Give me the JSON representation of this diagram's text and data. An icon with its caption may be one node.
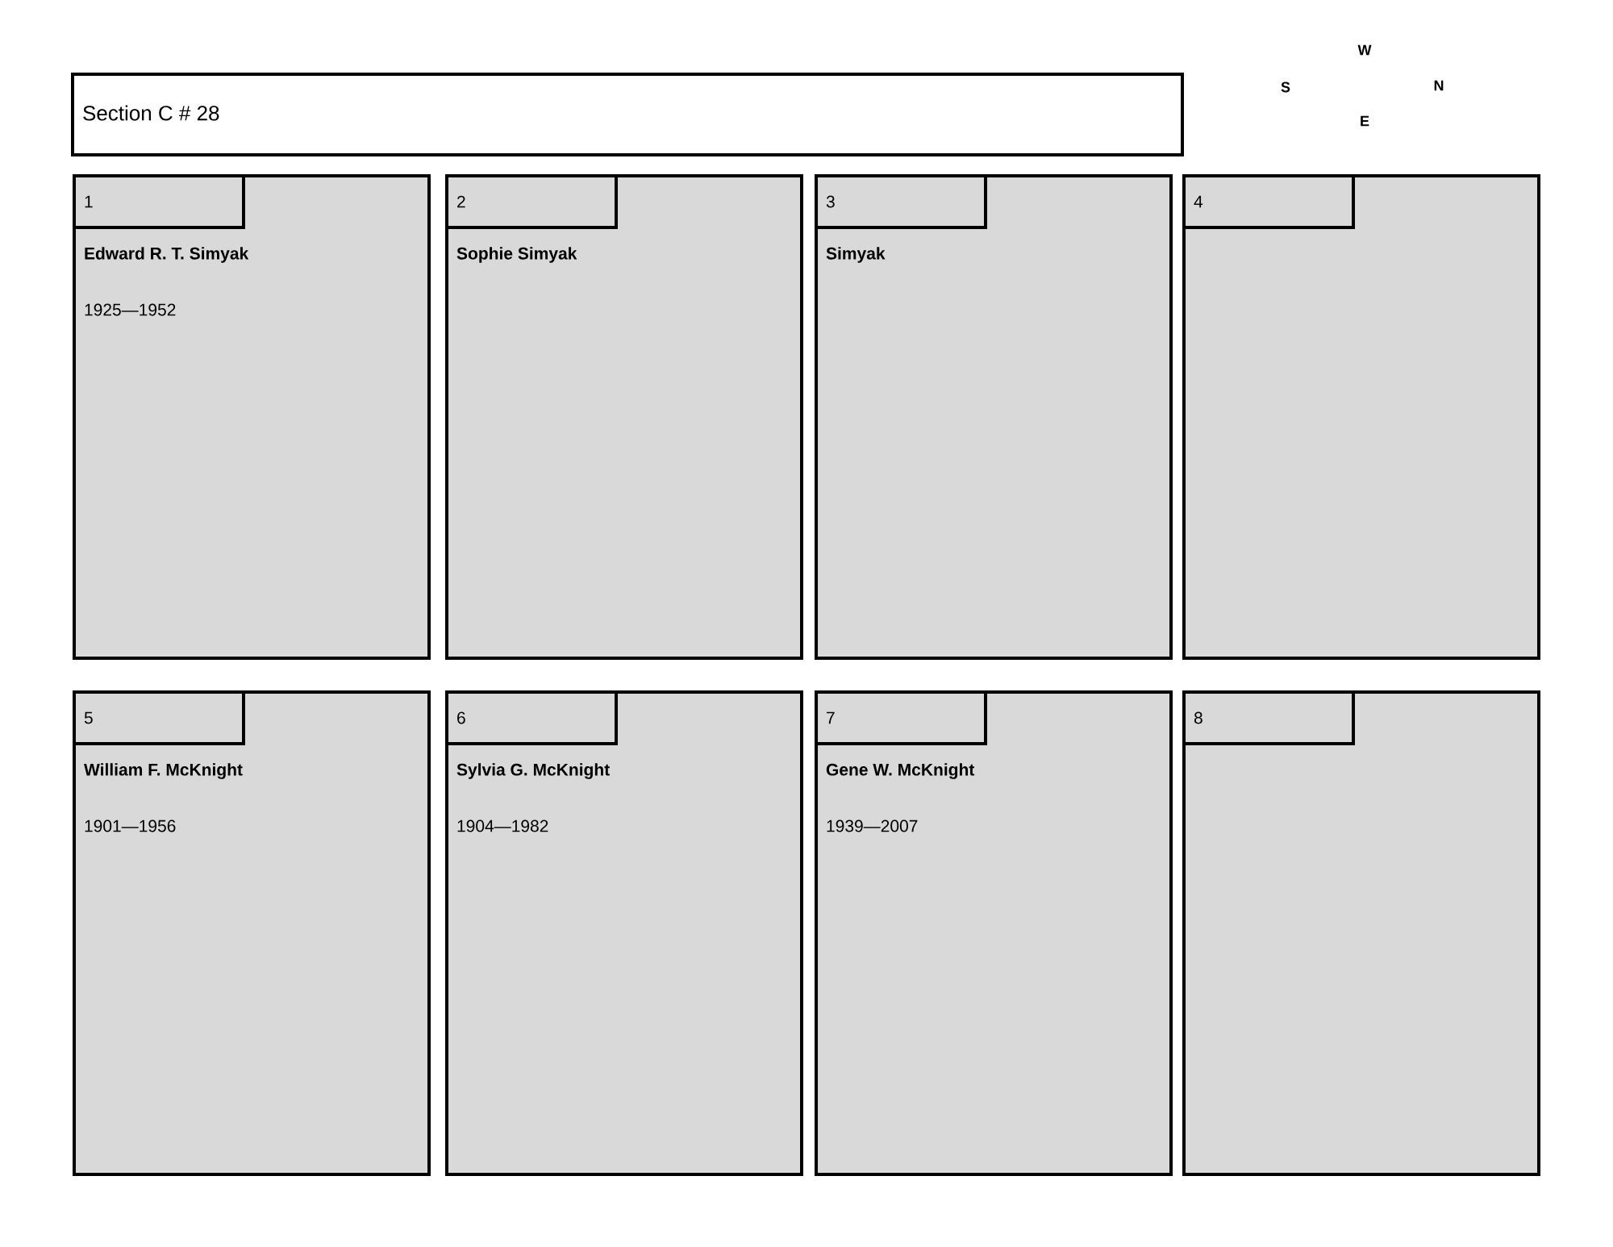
{
  "diagram": {
    "nodes": [
      {
        "text": [
          "Section C # 28"
        ]
      },
      {
        "text": [
          "Edward R. T. Simyak",
          "1925—1952"
        ]
      },
      {
        "text": [
          "1"
        ],
        "in": 1
      },
      {
        "text": [
          "Sophie Simyak"
        ]
      },
      {
        "text": [
          "2"
        ],
        "in": 3
      },
      {
        "text": [
          "Simyak"
        ]
      },
      {
        "text": [
          "3"
        ],
        "in": 5
      },
      {
        "text": [],
        "shape": "box"
      },
      {
        "text": [
          "4"
        ],
        "in": 7
      },
      {
        "text": [
          "William F. McKnight",
          "1901—1956"
        ]
      },
      {
        "text": [
          "5"
        ],
        "in": 9
      },
      {
        "text": [
          "Sylvia G. McKnight",
          "1904—1982"
        ]
      },
      {
        "text": [
          "6"
        ],
        "in": 11
      },
      {
        "text": [
          "Gene W. McKnight",
          "1939—2007"
        ]
      },
      {
        "text": [
          "7"
        ],
        "in": 13
      },
      {
        "text": [],
        "shape": "box"
      },
      {
        "text": [
          "8"
        ],
        "in": 15
      }
    ],
    "labels": [
      "W",
      "S",
      "N",
      "E"
    ]
  }
}
